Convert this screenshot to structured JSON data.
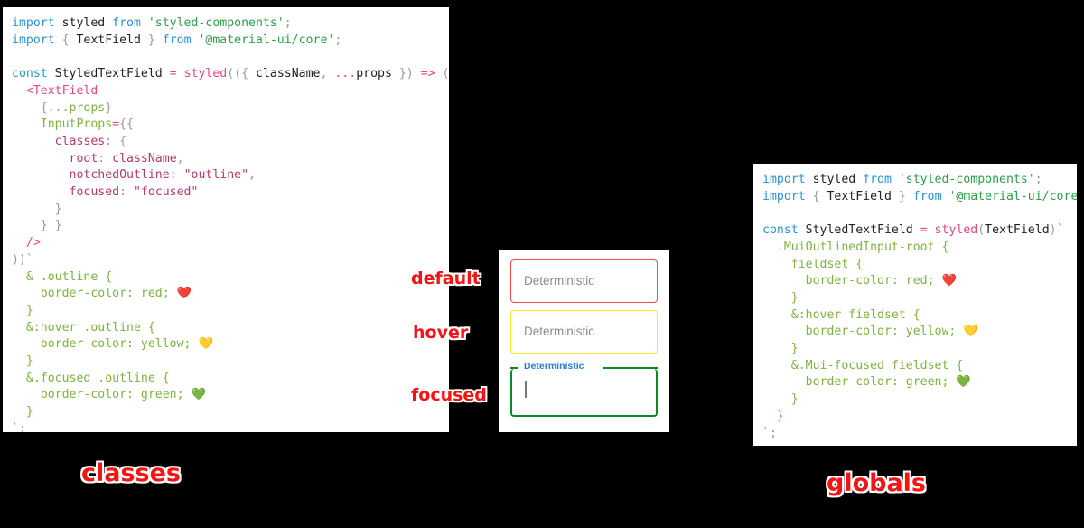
{
  "panels": {
    "classes": {
      "title": "classes",
      "code_lines": [
        [
          {
            "t": "import ",
            "c": "kw"
          },
          {
            "t": "styled ",
            "c": "name"
          },
          {
            "t": "from ",
            "c": "kw"
          },
          {
            "t": "'styled-components'",
            "c": "str"
          },
          {
            "t": ";",
            "c": "punc"
          }
        ],
        [
          {
            "t": "import ",
            "c": "kw"
          },
          {
            "t": "{ ",
            "c": "punc"
          },
          {
            "t": "TextField",
            "c": "name"
          },
          {
            "t": " } ",
            "c": "punc"
          },
          {
            "t": "from ",
            "c": "kw"
          },
          {
            "t": "'@material-ui/core'",
            "c": "str"
          },
          {
            "t": ";",
            "c": "punc"
          }
        ],
        [],
        [
          {
            "t": "const ",
            "c": "kw"
          },
          {
            "t": "StyledTextField ",
            "c": "name"
          },
          {
            "t": "= ",
            "c": "op"
          },
          {
            "t": "styled",
            "c": "fn"
          },
          {
            "t": "((",
            "c": "punc"
          },
          {
            "t": "{ ",
            "c": "punc"
          },
          {
            "t": "className",
            "c": "name"
          },
          {
            "t": ", ",
            "c": "punc"
          },
          {
            "t": "...",
            "c": "op"
          },
          {
            "t": "props",
            "c": "name"
          },
          {
            "t": " }",
            "c": "punc"
          },
          {
            "t": ") ",
            "c": "punc"
          },
          {
            "t": "=> ",
            "c": "op"
          },
          {
            "t": "(",
            "c": "punc"
          }
        ],
        [
          {
            "t": "  <",
            "c": "tag"
          },
          {
            "t": "TextField",
            "c": "tag"
          }
        ],
        [
          {
            "t": "    {...",
            "c": "punc"
          },
          {
            "t": "props",
            "c": "prop"
          },
          {
            "t": "}",
            "c": "punc"
          }
        ],
        [
          {
            "t": "    InputProps",
            "c": "prop"
          },
          {
            "t": "=",
            "c": "op"
          },
          {
            "t": "{{",
            "c": "punc"
          }
        ],
        [
          {
            "t": "      classes",
            "c": "key"
          },
          {
            "t": ": ",
            "c": "punc"
          },
          {
            "t": "{",
            "c": "punc"
          }
        ],
        [
          {
            "t": "        root",
            "c": "key"
          },
          {
            "t": ": ",
            "c": "punc"
          },
          {
            "t": "className",
            "c": "val"
          },
          {
            "t": ",",
            "c": "punc"
          }
        ],
        [
          {
            "t": "        notchedOutline",
            "c": "key"
          },
          {
            "t": ": ",
            "c": "punc"
          },
          {
            "t": "\"outline\"",
            "c": "val"
          },
          {
            "t": ",",
            "c": "punc"
          }
        ],
        [
          {
            "t": "        focused",
            "c": "key"
          },
          {
            "t": ": ",
            "c": "punc"
          },
          {
            "t": "\"focused\"",
            "c": "val"
          }
        ],
        [
          {
            "t": "      }",
            "c": "punc"
          }
        ],
        [
          {
            "t": "    } }",
            "c": "punc"
          }
        ],
        [
          {
            "t": "  />",
            "c": "tag"
          }
        ],
        [
          {
            "t": "))`",
            "c": "punc"
          }
        ],
        [
          {
            "t": "  & .outline {",
            "c": "css"
          }
        ],
        [
          {
            "t": "    border-color: red; ",
            "c": "css"
          },
          {
            "t": "❤️",
            "c": "emoji"
          }
        ],
        [
          {
            "t": "  }",
            "c": "css"
          }
        ],
        [
          {
            "t": "  &:hover .outline {",
            "c": "css"
          }
        ],
        [
          {
            "t": "    border-color: yellow; ",
            "c": "css"
          },
          {
            "t": "💛",
            "c": "emoji"
          }
        ],
        [
          {
            "t": "  }",
            "c": "css"
          }
        ],
        [
          {
            "t": "  &.focused .outline {",
            "c": "css"
          }
        ],
        [
          {
            "t": "    border-color: green; ",
            "c": "css"
          },
          {
            "t": "💚",
            "c": "emoji"
          }
        ],
        [
          {
            "t": "  }",
            "c": "css"
          }
        ],
        [
          {
            "t": "`;",
            "c": "punc"
          }
        ]
      ]
    },
    "globals": {
      "title": "globals",
      "code_lines": [
        [
          {
            "t": "import ",
            "c": "kw"
          },
          {
            "t": "styled ",
            "c": "name"
          },
          {
            "t": "from ",
            "c": "kw"
          },
          {
            "t": "'styled-components'",
            "c": "str"
          },
          {
            "t": ";",
            "c": "punc"
          }
        ],
        [
          {
            "t": "import ",
            "c": "kw"
          },
          {
            "t": "{ ",
            "c": "punc"
          },
          {
            "t": "TextField",
            "c": "name"
          },
          {
            "t": " } ",
            "c": "punc"
          },
          {
            "t": "from ",
            "c": "kw"
          },
          {
            "t": "'@material-ui/core'",
            "c": "str"
          },
          {
            "t": ";",
            "c": "punc"
          }
        ],
        [],
        [
          {
            "t": "const ",
            "c": "kw"
          },
          {
            "t": "StyledTextField ",
            "c": "name"
          },
          {
            "t": "= ",
            "c": "op"
          },
          {
            "t": "styled",
            "c": "fn"
          },
          {
            "t": "(",
            "c": "punc"
          },
          {
            "t": "TextField",
            "c": "name"
          },
          {
            "t": ")`",
            "c": "punc"
          }
        ],
        [
          {
            "t": "  .MuiOutlinedInput-root {",
            "c": "css"
          }
        ],
        [
          {
            "t": "    fieldset {",
            "c": "css"
          }
        ],
        [
          {
            "t": "      border-color: red; ",
            "c": "css"
          },
          {
            "t": "❤️",
            "c": "emoji"
          }
        ],
        [
          {
            "t": "    }",
            "c": "css"
          }
        ],
        [
          {
            "t": "    &:hover fieldset {",
            "c": "css"
          }
        ],
        [
          {
            "t": "      border-color: yellow; ",
            "c": "css"
          },
          {
            "t": "💛",
            "c": "emoji"
          }
        ],
        [
          {
            "t": "    }",
            "c": "css"
          }
        ],
        [
          {
            "t": "    &.Mui-focused fieldset {",
            "c": "css"
          }
        ],
        [
          {
            "t": "      border-color: green; ",
            "c": "css"
          },
          {
            "t": "💚",
            "c": "emoji"
          }
        ],
        [
          {
            "t": "    }",
            "c": "css"
          }
        ],
        [
          {
            "t": "  }",
            "c": "css"
          }
        ],
        [
          {
            "t": "`;",
            "c": "punc"
          }
        ]
      ]
    }
  },
  "demo": {
    "fields": {
      "default": {
        "placeholder": "Deterministic",
        "border_color": "#f24b4b"
      },
      "hover": {
        "placeholder": "Deterministic",
        "border_color": "#f5e62a"
      },
      "focused": {
        "label": "Deterministic",
        "value": "",
        "border_color": "#0a8a23",
        "label_color": "#2b7bd6"
      }
    }
  },
  "annotations": {
    "default": "default",
    "hover": "hover",
    "focused": "focused",
    "color": "#f51414"
  }
}
